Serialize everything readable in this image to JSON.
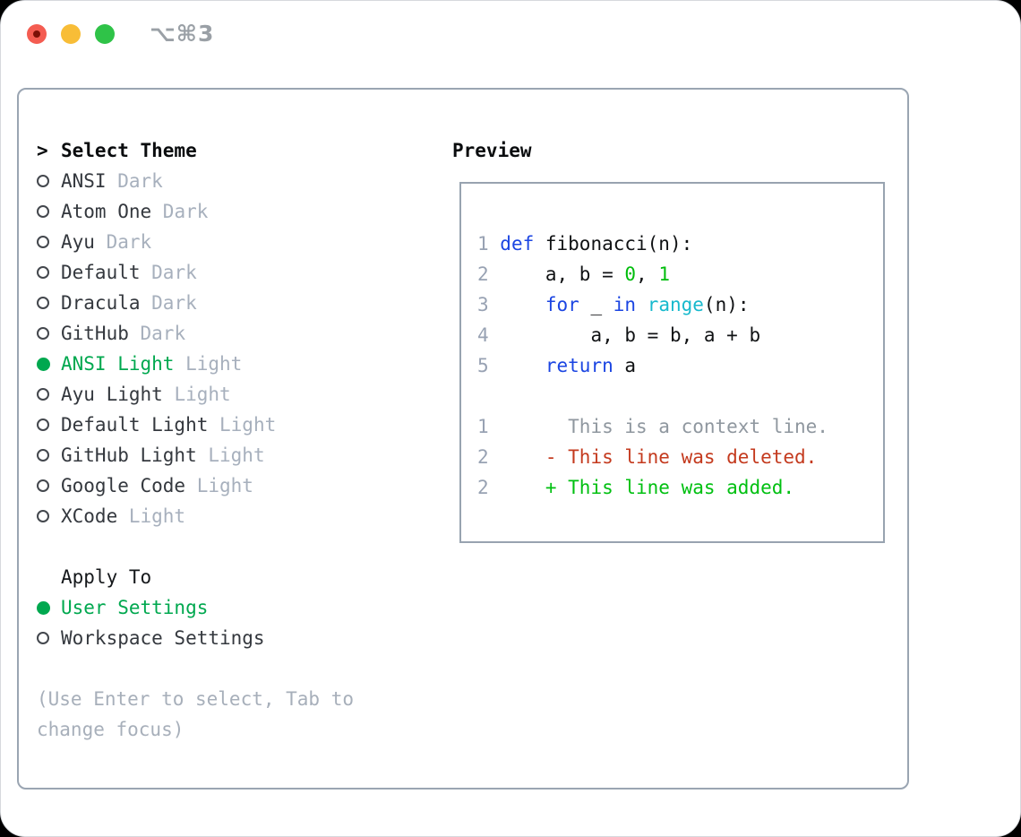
{
  "window": {
    "shortcut": "⌥⌘3"
  },
  "colors": {
    "selection_green": "#00a84f",
    "keyword_blue": "#1b45e2",
    "builtin_cyan": "#17b9cd",
    "number_green": "#00bd0c",
    "deleted_red": "#c43a1e",
    "added_green": "#00c011",
    "context_gray": "#8f979f",
    "line_number_gray": "#98a2b3",
    "tag_gray": "#a7b0bd",
    "border_gray": "#9aa5b2"
  },
  "theme_list": {
    "cursor": ">",
    "title": "Select Theme",
    "items": [
      {
        "name": "ANSI",
        "tag": "Dark",
        "selected": false
      },
      {
        "name": "Atom One",
        "tag": "Dark",
        "selected": false
      },
      {
        "name": "Ayu",
        "tag": "Dark",
        "selected": false
      },
      {
        "name": "Default",
        "tag": "Dark",
        "selected": false
      },
      {
        "name": "Dracula",
        "tag": "Dark",
        "selected": false
      },
      {
        "name": "GitHub",
        "tag": "Dark",
        "selected": false
      },
      {
        "name": "ANSI Light",
        "tag": "Light",
        "selected": true
      },
      {
        "name": "Ayu Light",
        "tag": "Light",
        "selected": false
      },
      {
        "name": "Default Light",
        "tag": "Light",
        "selected": false
      },
      {
        "name": "GitHub Light",
        "tag": "Light",
        "selected": false
      },
      {
        "name": "Google Code",
        "tag": "Light",
        "selected": false
      },
      {
        "name": "XCode",
        "tag": "Light",
        "selected": false
      }
    ]
  },
  "apply_to": {
    "title": "Apply To",
    "options": [
      {
        "label": "User Settings",
        "selected": true
      },
      {
        "label": "Workspace Settings",
        "selected": false
      }
    ]
  },
  "help": {
    "line1": "(Use Enter to select, Tab to",
    "line2": "change focus)"
  },
  "preview": {
    "title": "Preview",
    "lines": [
      {
        "tokens": []
      },
      {
        "tokens": [
          {
            "c": "ln",
            "t": "1 "
          },
          {
            "c": "kw",
            "t": "def"
          },
          {
            "c": "plain",
            "t": " fibonacci(n):"
          }
        ]
      },
      {
        "tokens": [
          {
            "c": "ln",
            "t": "2 "
          },
          {
            "c": "plain",
            "t": "    a, b = "
          },
          {
            "c": "num",
            "t": "0"
          },
          {
            "c": "plain",
            "t": ", "
          },
          {
            "c": "num",
            "t": "1"
          }
        ]
      },
      {
        "tokens": [
          {
            "c": "ln",
            "t": "3 "
          },
          {
            "c": "plain",
            "t": "    "
          },
          {
            "c": "kw",
            "t": "for"
          },
          {
            "c": "plain",
            "t": " _ "
          },
          {
            "c": "kw",
            "t": "in"
          },
          {
            "c": "plain",
            "t": " "
          },
          {
            "c": "builtin",
            "t": "range"
          },
          {
            "c": "plain",
            "t": "(n):"
          }
        ]
      },
      {
        "tokens": [
          {
            "c": "ln",
            "t": "4 "
          },
          {
            "c": "plain",
            "t": "        a, b = b, a + b"
          }
        ]
      },
      {
        "tokens": [
          {
            "c": "ln",
            "t": "5 "
          },
          {
            "c": "plain",
            "t": "    "
          },
          {
            "c": "kw",
            "t": "return"
          },
          {
            "c": "plain",
            "t": " a"
          }
        ]
      },
      {
        "tokens": []
      },
      {
        "tokens": [
          {
            "c": "ln",
            "t": "1 "
          },
          {
            "c": "ctx",
            "t": "      This is a context line."
          }
        ]
      },
      {
        "tokens": [
          {
            "c": "ln",
            "t": "2 "
          },
          {
            "c": "del",
            "t": "    - This line was deleted."
          }
        ]
      },
      {
        "tokens": [
          {
            "c": "ln",
            "t": "2 "
          },
          {
            "c": "add",
            "t": "    + This line was added."
          }
        ]
      }
    ]
  }
}
